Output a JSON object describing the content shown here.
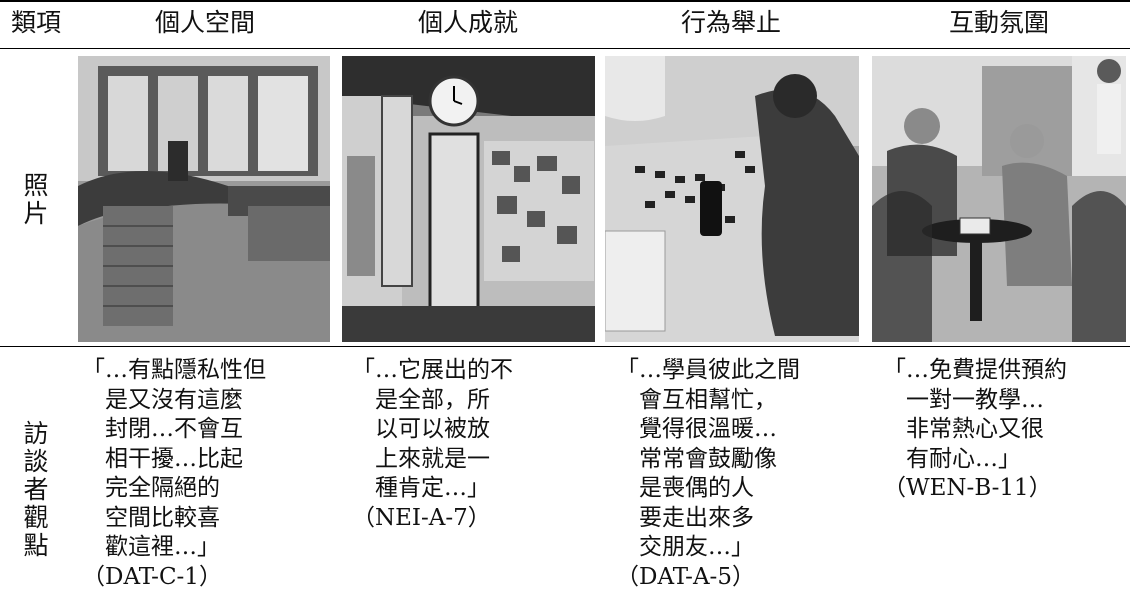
{
  "headers": {
    "category": "類項",
    "col1": "個人空間",
    "col2": "個人成就",
    "col3": "行為舉止",
    "col4": "互動氛圍"
  },
  "row_labels": {
    "photo": [
      "照",
      "片"
    ],
    "view": [
      "訪",
      "談",
      "者",
      "觀",
      "點"
    ]
  },
  "photos": [
    {
      "description": "lounge with curved sofa and brick wall"
    },
    {
      "description": "wall clock, scroll calligraphy and poster boards"
    },
    {
      "description": "people playing a tile game at a table"
    },
    {
      "description": "two elderly men with a tablet at a round table"
    }
  ],
  "quotes": [
    {
      "lines": [
        "「…有點隱私性但",
        "　是又沒有這麼",
        "　封閉…不會互",
        "　相干擾…比起",
        "　完全隔絕的",
        "　空間比較喜",
        "　歡這裡…」",
        "（DAT-C-1）"
      ]
    },
    {
      "lines": [
        "「…它展出的不",
        "　是全部，所",
        "　以可以被放",
        "　上來就是一",
        "　種肯定…」",
        "（NEI-A-7）"
      ]
    },
    {
      "lines": [
        "「…學員彼此之間",
        "　會互相幫忙，",
        "　覺得很溫暖…",
        "　常常會鼓勵像",
        "　是喪偶的人",
        "　要走出來多",
        "　交朋友…」",
        "（DAT-A-5）"
      ]
    },
    {
      "lines": [
        "「…免費提供預約",
        "　一對一教學…",
        "　非常熱心又很",
        "　有耐心…」",
        "（WEN-B-11）"
      ]
    }
  ]
}
